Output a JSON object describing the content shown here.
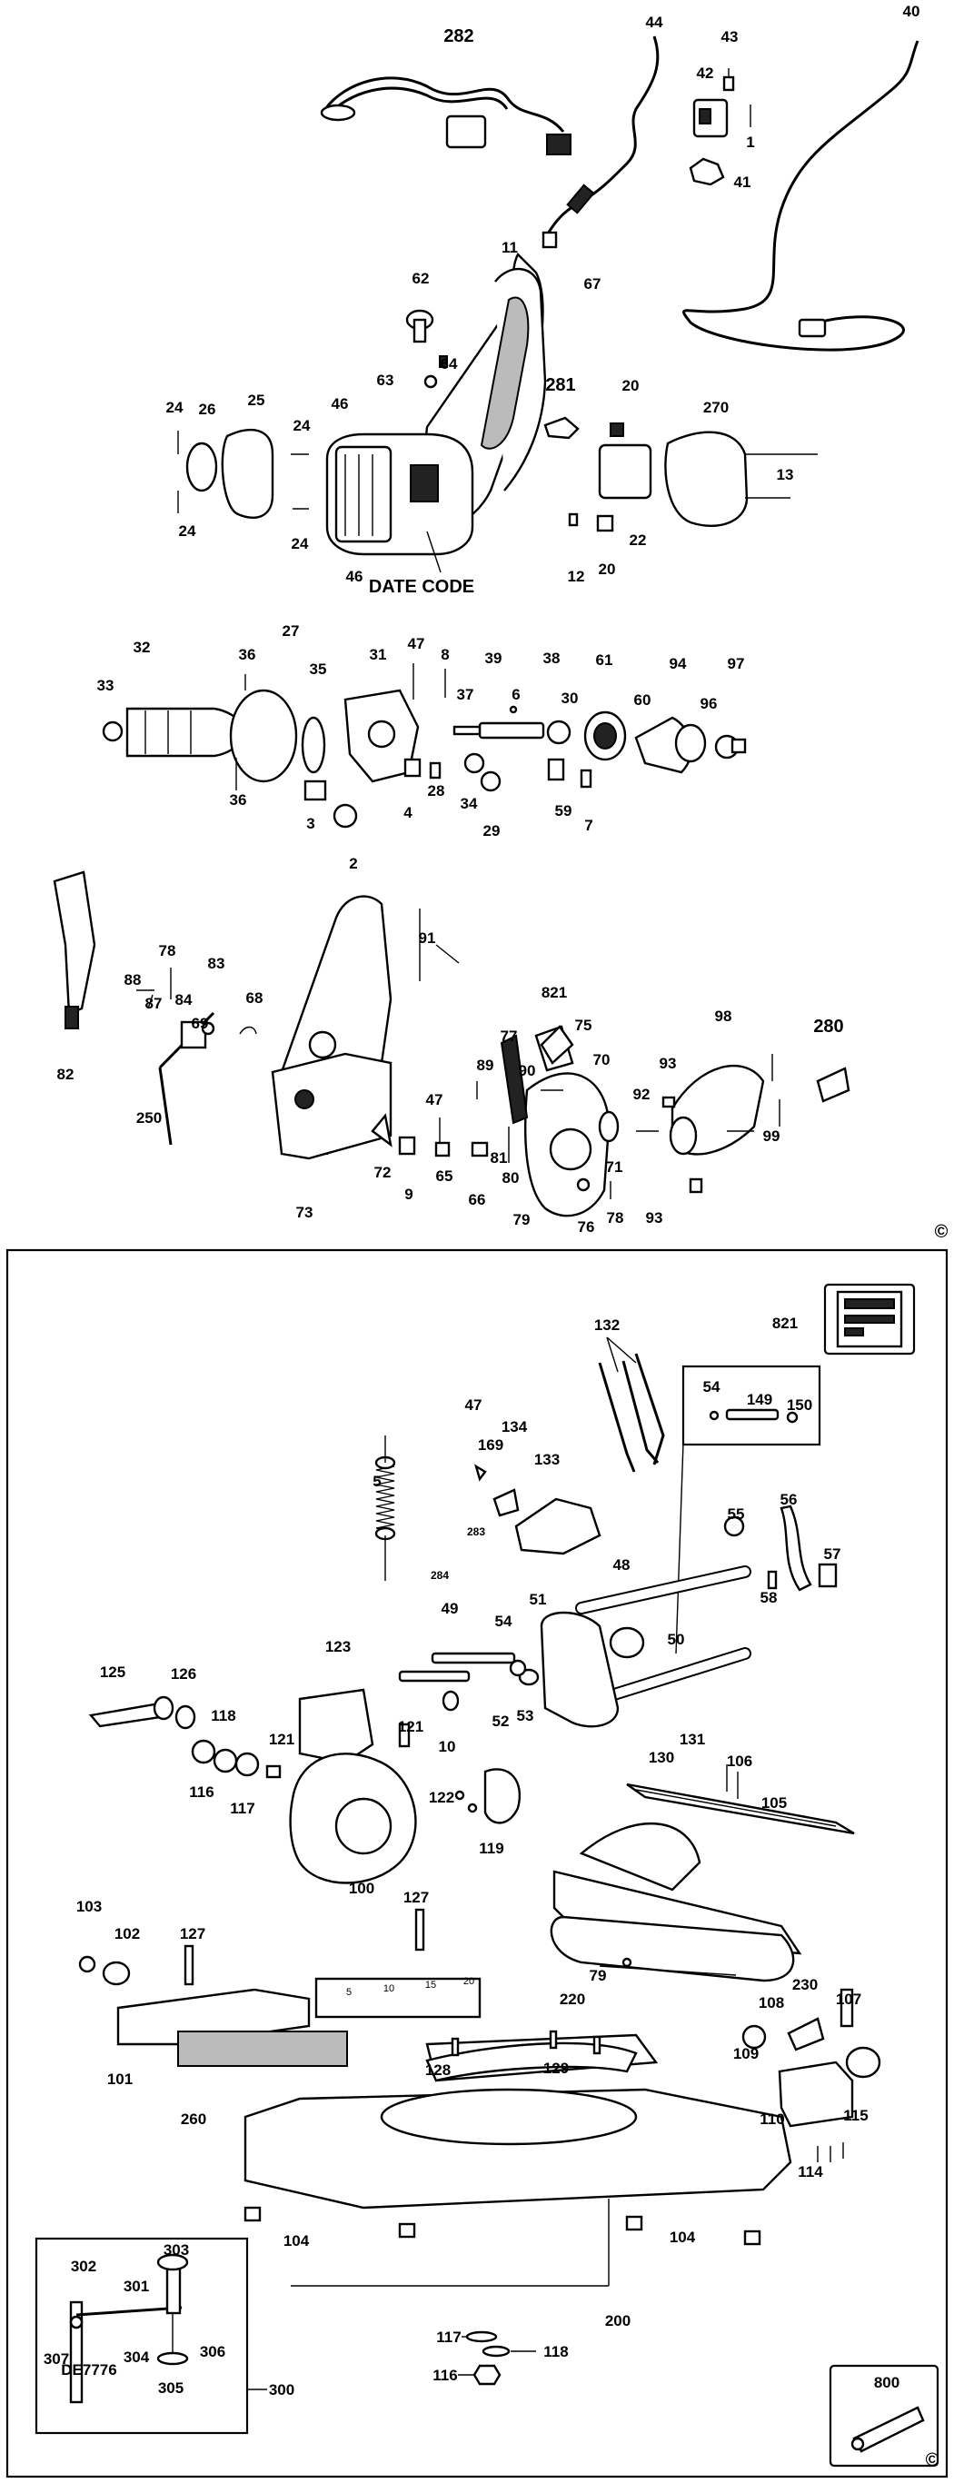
{
  "sections": [
    {
      "id": "upper",
      "copyright": "©",
      "labels": [
        {
          "id": "282",
          "text": "282"
        },
        {
          "id": "44",
          "text": "44"
        },
        {
          "id": "43",
          "text": "43"
        },
        {
          "id": "40",
          "text": "40"
        },
        {
          "id": "42",
          "text": "42"
        },
        {
          "id": "1",
          "text": "1"
        },
        {
          "id": "41",
          "text": "41"
        },
        {
          "id": "11",
          "text": "11"
        },
        {
          "id": "62",
          "text": "62"
        },
        {
          "id": "67",
          "text": "67"
        },
        {
          "id": "64",
          "text": "64"
        },
        {
          "id": "63",
          "text": "63"
        },
        {
          "id": "281",
          "text": "281"
        },
        {
          "id": "20a",
          "text": "20"
        },
        {
          "id": "270",
          "text": "270"
        },
        {
          "id": "24a",
          "text": "24"
        },
        {
          "id": "26",
          "text": "26"
        },
        {
          "id": "25",
          "text": "25"
        },
        {
          "id": "46a",
          "text": "46"
        },
        {
          "id": "24b",
          "text": "24"
        },
        {
          "id": "13",
          "text": "13"
        },
        {
          "id": "24c",
          "text": "24"
        },
        {
          "id": "24d",
          "text": "24"
        },
        {
          "id": "22",
          "text": "22"
        },
        {
          "id": "46b",
          "text": "46"
        },
        {
          "id": "12",
          "text": "12"
        },
        {
          "id": "20b",
          "text": "20"
        },
        {
          "id": "datecode",
          "text": "DATE CODE"
        },
        {
          "id": "32",
          "text": "32"
        },
        {
          "id": "27",
          "text": "27"
        },
        {
          "id": "36a",
          "text": "36"
        },
        {
          "id": "47a",
          "text": "47"
        },
        {
          "id": "8",
          "text": "8"
        },
        {
          "id": "39",
          "text": "39"
        },
        {
          "id": "38",
          "text": "38"
        },
        {
          "id": "61",
          "text": "61"
        },
        {
          "id": "94",
          "text": "94"
        },
        {
          "id": "97",
          "text": "97"
        },
        {
          "id": "33",
          "text": "33"
        },
        {
          "id": "35",
          "text": "35"
        },
        {
          "id": "31",
          "text": "31"
        },
        {
          "id": "37",
          "text": "37"
        },
        {
          "id": "6",
          "text": "6"
        },
        {
          "id": "30",
          "text": "30"
        },
        {
          "id": "60",
          "text": "60"
        },
        {
          "id": "96",
          "text": "96"
        },
        {
          "id": "36b",
          "text": "36"
        },
        {
          "id": "28",
          "text": "28"
        },
        {
          "id": "34",
          "text": "34"
        },
        {
          "id": "59",
          "text": "59"
        },
        {
          "id": "7",
          "text": "7"
        },
        {
          "id": "3",
          "text": "3"
        },
        {
          "id": "4",
          "text": "4"
        },
        {
          "id": "29",
          "text": "29"
        },
        {
          "id": "2",
          "text": "2"
        },
        {
          "id": "91",
          "text": "91"
        },
        {
          "id": "78a",
          "text": "78"
        },
        {
          "id": "88",
          "text": "88"
        },
        {
          "id": "83",
          "text": "83"
        },
        {
          "id": "87",
          "text": "87"
        },
        {
          "id": "84",
          "text": "84"
        },
        {
          "id": "68",
          "text": "68"
        },
        {
          "id": "69",
          "text": "69"
        },
        {
          "id": "82",
          "text": "82"
        },
        {
          "id": "250",
          "text": "250"
        },
        {
          "id": "821a",
          "text": "821"
        },
        {
          "id": "75",
          "text": "75"
        },
        {
          "id": "98",
          "text": "98"
        },
        {
          "id": "280",
          "text": "280"
        },
        {
          "id": "77",
          "text": "77"
        },
        {
          "id": "89",
          "text": "89"
        },
        {
          "id": "90",
          "text": "90"
        },
        {
          "id": "70",
          "text": "70"
        },
        {
          "id": "93a",
          "text": "93"
        },
        {
          "id": "92",
          "text": "92"
        },
        {
          "id": "99",
          "text": "99"
        },
        {
          "id": "47b",
          "text": "47"
        },
        {
          "id": "72",
          "text": "72"
        },
        {
          "id": "9",
          "text": "9"
        },
        {
          "id": "65",
          "text": "65"
        },
        {
          "id": "66",
          "text": "66"
        },
        {
          "id": "81",
          "text": "81"
        },
        {
          "id": "80",
          "text": "80"
        },
        {
          "id": "71",
          "text": "71"
        },
        {
          "id": "73",
          "text": "73"
        },
        {
          "id": "79a",
          "text": "79"
        },
        {
          "id": "76",
          "text": "76"
        },
        {
          "id": "78b",
          "text": "78"
        },
        {
          "id": "93b",
          "text": "93"
        }
      ]
    },
    {
      "id": "lower",
      "copyright": "©",
      "labels": [
        {
          "id": "132",
          "text": "132"
        },
        {
          "id": "821b",
          "text": "821"
        },
        {
          "id": "47c",
          "text": "47"
        },
        {
          "id": "134",
          "text": "134"
        },
        {
          "id": "54a",
          "text": "54"
        },
        {
          "id": "149",
          "text": "149"
        },
        {
          "id": "150",
          "text": "150"
        },
        {
          "id": "169",
          "text": "169"
        },
        {
          "id": "133",
          "text": "133"
        },
        {
          "id": "5",
          "text": "5"
        },
        {
          "id": "56",
          "text": "56"
        },
        {
          "id": "283",
          "text": "283"
        },
        {
          "id": "55",
          "text": "55"
        },
        {
          "id": "57",
          "text": "57"
        },
        {
          "id": "284",
          "text": "284"
        },
        {
          "id": "48",
          "text": "48"
        },
        {
          "id": "58",
          "text": "58"
        },
        {
          "id": "49",
          "text": "49"
        },
        {
          "id": "51",
          "text": "51"
        },
        {
          "id": "54b",
          "text": "54"
        },
        {
          "id": "50",
          "text": "50"
        },
        {
          "id": "123",
          "text": "123"
        },
        {
          "id": "125",
          "text": "125"
        },
        {
          "id": "126",
          "text": "126"
        },
        {
          "id": "52",
          "text": "52"
        },
        {
          "id": "53",
          "text": "53"
        },
        {
          "id": "118a",
          "text": "118"
        },
        {
          "id": "121a",
          "text": "121"
        },
        {
          "id": "10",
          "text": "10"
        },
        {
          "id": "130",
          "text": "130"
        },
        {
          "id": "131",
          "text": "131"
        },
        {
          "id": "121b",
          "text": "121"
        },
        {
          "id": "106",
          "text": "106"
        },
        {
          "id": "116a",
          "text": "116"
        },
        {
          "id": "117a",
          "text": "117"
        },
        {
          "id": "105",
          "text": "105"
        },
        {
          "id": "122",
          "text": "122"
        },
        {
          "id": "119",
          "text": "119"
        },
        {
          "id": "100",
          "text": "100"
        },
        {
          "id": "127a",
          "text": "127"
        },
        {
          "id": "103",
          "text": "103"
        },
        {
          "id": "102",
          "text": "102"
        },
        {
          "id": "127b",
          "text": "127"
        },
        {
          "id": "79b",
          "text": "79"
        },
        {
          "id": "230",
          "text": "230"
        },
        {
          "id": "220",
          "text": "220"
        },
        {
          "id": "108",
          "text": "108"
        },
        {
          "id": "107",
          "text": "107"
        },
        {
          "id": "101",
          "text": "101"
        },
        {
          "id": "109",
          "text": "109"
        },
        {
          "id": "260",
          "text": "260"
        },
        {
          "id": "128",
          "text": "128"
        },
        {
          "id": "129",
          "text": "129"
        },
        {
          "id": "110",
          "text": "110"
        },
        {
          "id": "115",
          "text": "115"
        },
        {
          "id": "114",
          "text": "114"
        },
        {
          "id": "104a",
          "text": "104"
        },
        {
          "id": "104b",
          "text": "104"
        },
        {
          "id": "303",
          "text": "303"
        },
        {
          "id": "302",
          "text": "302"
        },
        {
          "id": "301",
          "text": "301"
        },
        {
          "id": "200",
          "text": "200"
        },
        {
          "id": "117b",
          "text": "117"
        },
        {
          "id": "118b",
          "text": "118"
        },
        {
          "id": "116b",
          "text": "116"
        },
        {
          "id": "307",
          "text": "307"
        },
        {
          "id": "304",
          "text": "304"
        },
        {
          "id": "306",
          "text": "306"
        },
        {
          "id": "305",
          "text": "305"
        },
        {
          "id": "de7776",
          "text": "DE7776"
        },
        {
          "id": "300",
          "text": "300"
        },
        {
          "id": "800",
          "text": "800"
        }
      ],
      "ruler_ticks": [
        "5",
        "10",
        "15",
        "20"
      ]
    }
  ]
}
